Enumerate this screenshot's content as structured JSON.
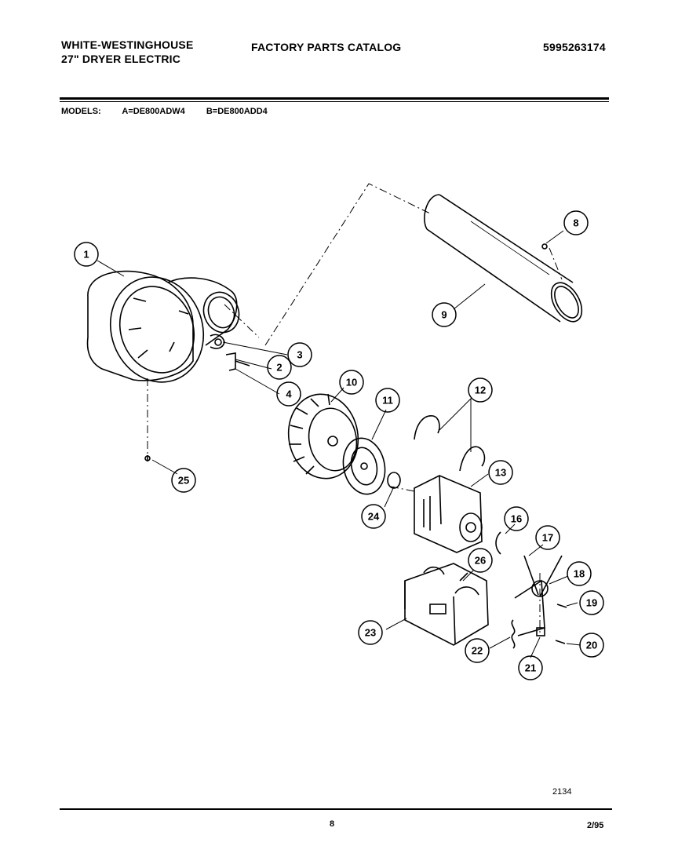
{
  "header": {
    "brand_line1": "WHITE-WESTINGHOUSE",
    "brand_line2": "27\" DRYER ELECTRIC",
    "catalog_title": "FACTORY PARTS CATALOG",
    "catalog_number": "5995263174"
  },
  "models": {
    "label": "MODELS:",
    "model_a": "A=DE800ADW4",
    "model_b": "B=DE800ADD4"
  },
  "callouts": [
    "1",
    "2",
    "3",
    "4",
    "8",
    "9",
    "10",
    "11",
    "12",
    "13",
    "16",
    "17",
    "18",
    "19",
    "20",
    "21",
    "22",
    "23",
    "24",
    "25",
    "26"
  ],
  "footer": {
    "figure_number": "2134",
    "page_number": "8",
    "date": "2/95"
  }
}
